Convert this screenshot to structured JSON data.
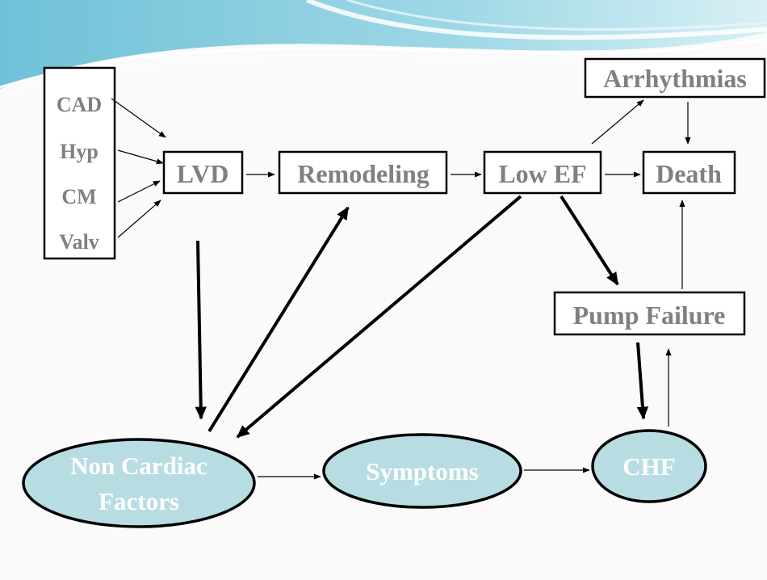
{
  "diagram": {
    "risk_factors": [
      "CAD",
      "Hyp",
      "CM",
      "Valv"
    ],
    "nodes": {
      "lvd": "LVD",
      "remodeling": "Remodeling",
      "low_ef": "Low EF",
      "death": "Death",
      "arrhythmias": "Arrhythmias",
      "pump_failure": "Pump Failure",
      "non_cardiac_line1": "Non Cardiac",
      "non_cardiac_line2": "Factors",
      "symptoms": "Symptoms",
      "chf": "CHF"
    },
    "colors": {
      "box_text": "#808080",
      "ellipse_fill": "#b7dde3",
      "ellipse_text": "#ffffff",
      "header_wave": "#5fb4cf"
    }
  }
}
